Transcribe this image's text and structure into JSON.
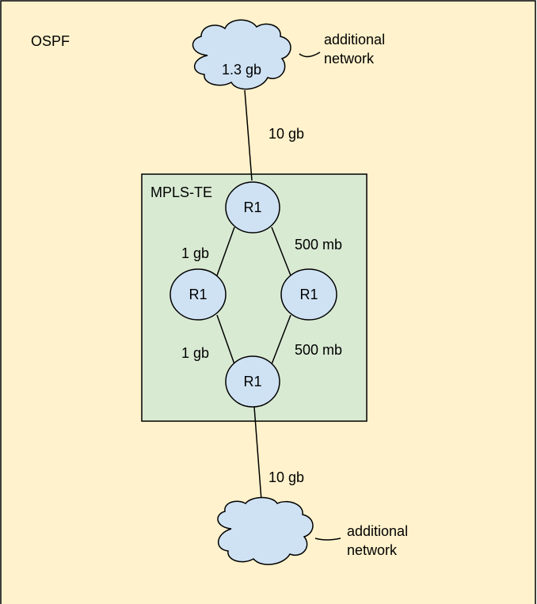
{
  "diagram": {
    "outer_region_label": "OSPF",
    "inner_region_label": "MPLS-TE",
    "colors": {
      "outer_background": "#fff2cc",
      "inner_background": "#d9ead3",
      "cloud_fill": "#cfe2f3",
      "node_fill": "#cfe2f3",
      "stroke": "#000000"
    },
    "clouds": [
      {
        "id": "top",
        "label": "1.3 gb",
        "callout": [
          "additional",
          "network"
        ]
      },
      {
        "id": "bottom",
        "label": "",
        "callout": [
          "additional",
          "network"
        ]
      }
    ],
    "routers": [
      {
        "id": "top",
        "label": "R1"
      },
      {
        "id": "left",
        "label": "R1"
      },
      {
        "id": "right",
        "label": "R1"
      },
      {
        "id": "bottom",
        "label": "R1"
      }
    ],
    "links": [
      {
        "id": "top-cloud-to-top-router",
        "label": "10 gb"
      },
      {
        "id": "top-to-left",
        "label": "1 gb"
      },
      {
        "id": "top-to-right",
        "label": "500 mb"
      },
      {
        "id": "left-to-bottom",
        "label": "1 gb"
      },
      {
        "id": "right-to-bottom",
        "label": "500 mb"
      },
      {
        "id": "bottom-router-to-bottom-cloud",
        "label": "10 gb"
      }
    ]
  }
}
